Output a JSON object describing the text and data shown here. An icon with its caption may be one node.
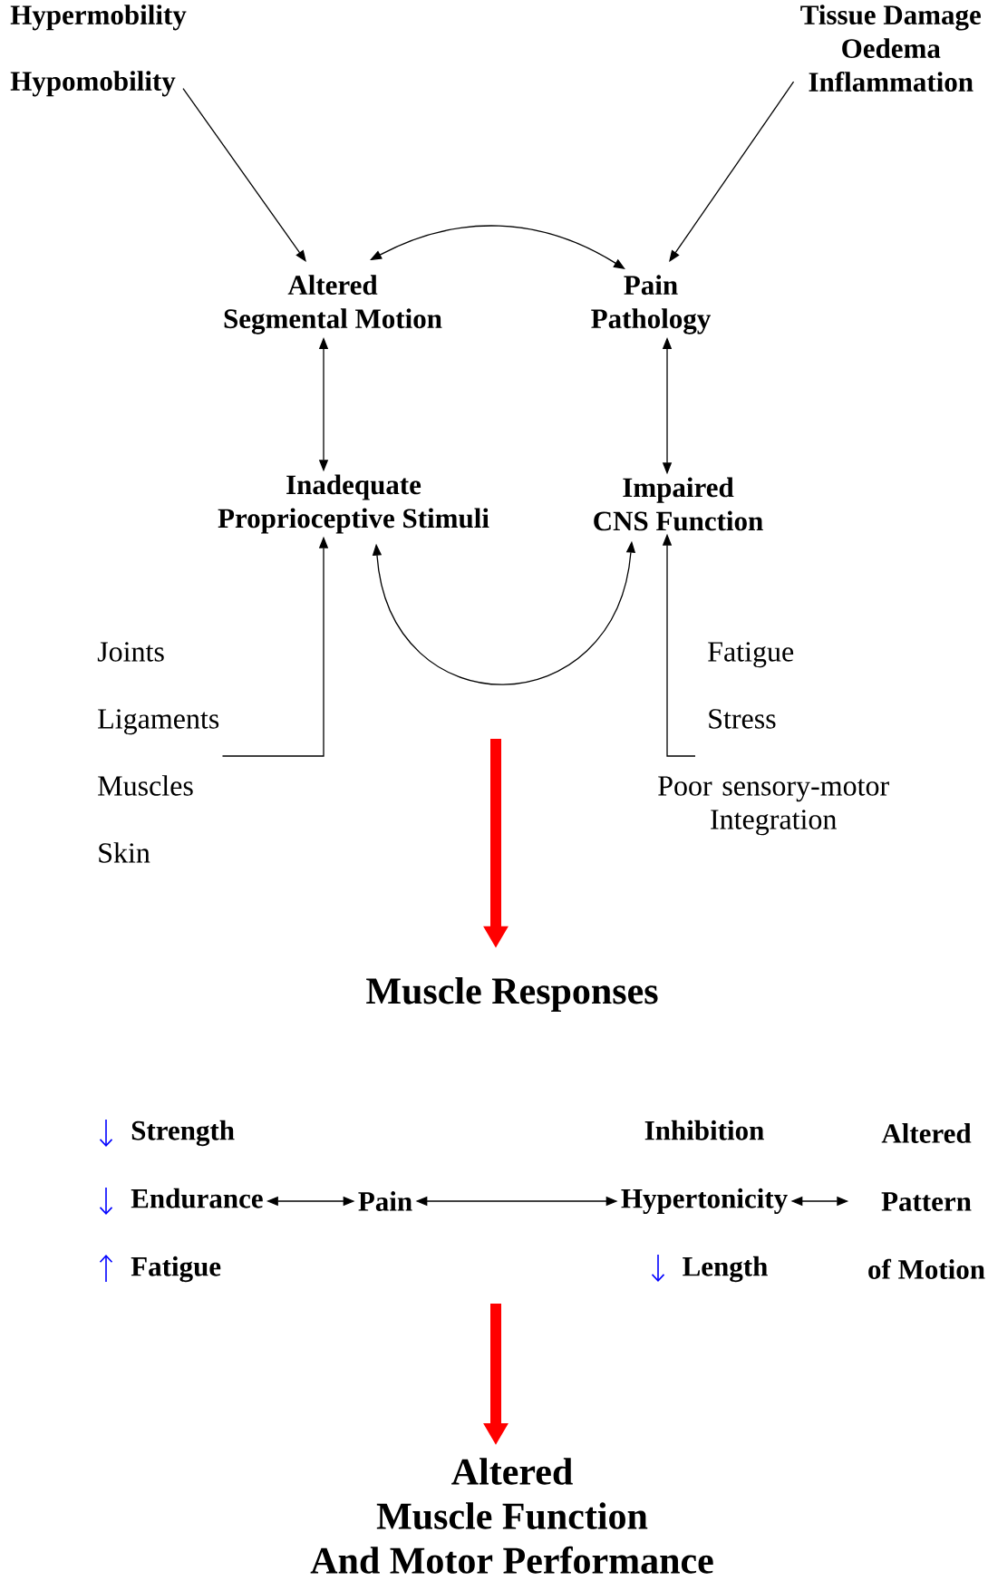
{
  "diagram": {
    "nodes": [
      {
        "text": [
          "Hypermobility",
          "Hypomobility"
        ]
      },
      {
        "text": [
          "Tissue Damage",
          "Oedema",
          "Inflammation"
        ]
      },
      {
        "text": [
          "Altered Segmental Motion"
        ]
      },
      {
        "text": [
          "Pain Pathology"
        ]
      },
      {
        "text": [
          "Inadequate Proprioceptive Stimuli"
        ]
      },
      {
        "text": [
          "Impaired CNS Function"
        ]
      },
      {
        "text": [
          "Joints",
          "Ligaments",
          "Muscles",
          "Skin"
        ]
      },
      {
        "text": [
          "Fatigue",
          "Stress",
          "Poor sensory-motor Integration"
        ]
      },
      {
        "text": [
          "Muscle Responses"
        ]
      },
      {
        "text": [
          "Strength",
          "Endurance",
          "Fatigue"
        ]
      },
      {
        "text": [
          "Pain"
        ]
      },
      {
        "text": [
          "Inhibition",
          "Hypertonicity",
          "Length"
        ]
      },
      {
        "text": [
          "Altered Pattern of Motion"
        ]
      },
      {
        "text": [
          "Altered Muscle Function And Motor Performance"
        ]
      }
    ],
    "edges": [
      {
        "from": 0,
        "to": 2,
        "arrow": "to"
      },
      {
        "from": 1,
        "to": 3,
        "arrow": "to"
      },
      {
        "from": 2,
        "to": 3,
        "arrow": "both"
      },
      {
        "from": 2,
        "to": 4,
        "arrow": "both"
      },
      {
        "from": 3,
        "to": 5,
        "arrow": "both"
      },
      {
        "from": 4,
        "to": 5,
        "arrow": "both"
      },
      {
        "from": 6,
        "to": 4,
        "arrow": "to"
      },
      {
        "from": 7,
        "to": 5,
        "arrow": "to"
      },
      {
        "from": null,
        "to": 8,
        "arrow": "to",
        "style": "thick",
        "color": "#ff0000"
      },
      {
        "from": 9,
        "to": 10,
        "arrow": "both"
      },
      {
        "from": 10,
        "to": 11,
        "arrow": "both"
      },
      {
        "from": 11,
        "to": 12,
        "arrow": "both"
      },
      {
        "from": null,
        "to": 13,
        "arrow": "to",
        "style": "thick",
        "color": "#ff0000"
      }
    ]
  }
}
